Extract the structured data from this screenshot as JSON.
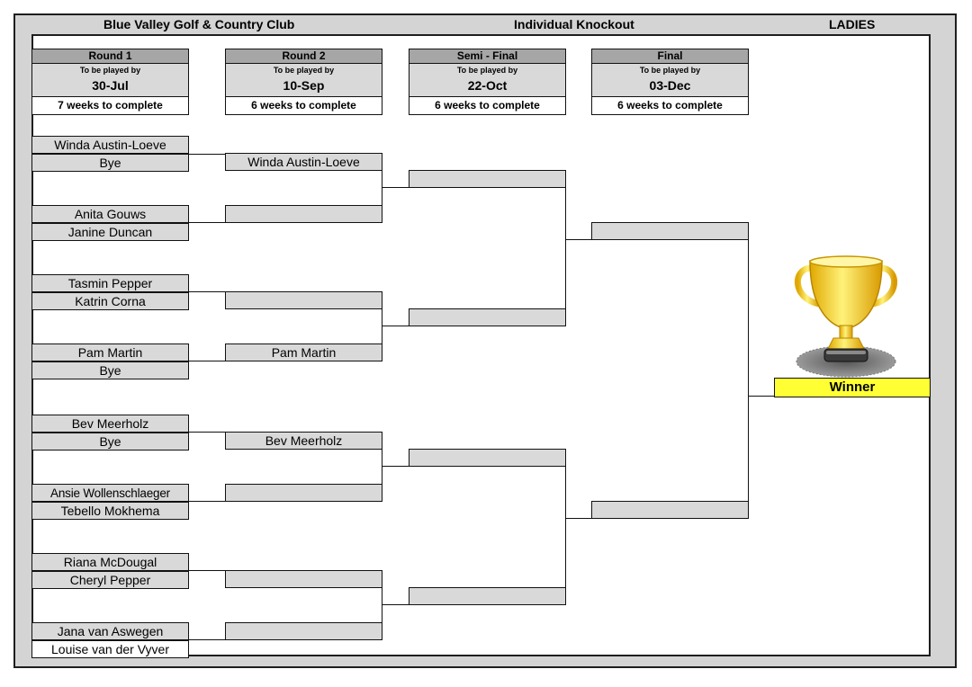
{
  "header": {
    "club": "Blue Valley Golf & Country Club",
    "competition": "Individual Knockout",
    "division": "LADIES"
  },
  "rounds": [
    {
      "name": "Round 1",
      "played_by_label": "To be played by",
      "date": "30-Jul",
      "weeks": "7 weeks to complete"
    },
    {
      "name": "Round 2",
      "played_by_label": "To be played by",
      "date": "10-Sep",
      "weeks": "6 weeks to complete"
    },
    {
      "name": "Semi - Final",
      "played_by_label": "To be played by",
      "date": "22-Oct",
      "weeks": "6 weeks to complete"
    },
    {
      "name": "Final",
      "played_by_label": "To be played by",
      "date": "03-Dec",
      "weeks": "6 weeks to complete"
    }
  ],
  "round1": [
    "Winda Austin-Loeve",
    "Bye",
    "Anita Gouws",
    "Janine Duncan",
    "Tasmin Pepper",
    "Katrin Corna",
    "Pam Martin",
    "Bye",
    "Bev Meerholz",
    "Bye",
    "Ansie Wollenschlaeger",
    "Tebello Mokhema",
    "Riana McDougal",
    "Cheryl Pepper",
    "Jana van Aswegen",
    "Louise van der Vyver"
  ],
  "round2": [
    "Winda Austin-Loeve",
    "",
    "",
    "Pam Martin",
    "Bev Meerholz",
    "",
    "",
    ""
  ],
  "semifinal": [
    "",
    "",
    "",
    ""
  ],
  "final": [
    "",
    ""
  ],
  "winner": {
    "label": "Winner",
    "name": ""
  },
  "icons": {
    "trophy": "gold-trophy-icon"
  },
  "colors": {
    "frame": "#d4d4d4",
    "name_box": "#d9d9d9",
    "round_header": "#a6a6a6",
    "winner_box": "#ffff33",
    "trophy_gold": "#f5c400"
  }
}
